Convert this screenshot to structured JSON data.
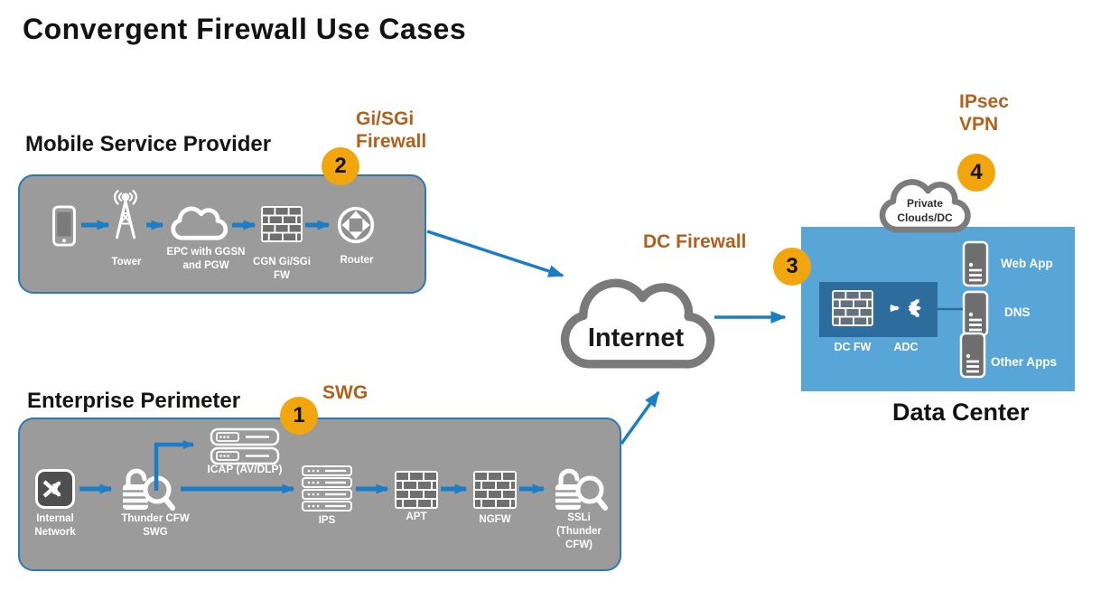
{
  "title": "Convergent Firewall Use Cases",
  "colors": {
    "accent_orange": "#b2601c",
    "badge_yellow": "#f2a60d",
    "arrow_blue": "#1a7dc5",
    "box_gray": "#9b9b9b",
    "box_border_blue": "#2d79b5",
    "datacenter_blue": "#58a6d8",
    "datacenter_inner_blue": "#2c6d9e"
  },
  "mobile": {
    "heading": "Mobile Service Provider",
    "annotation": "Gi/SGi Firewall",
    "badge": "2",
    "nodes": {
      "tower": "Tower",
      "epc": "EPC with GGSN and PGW",
      "cgn": "CGN Gi/SGi FW",
      "router": "Router"
    }
  },
  "internet": {
    "label": "Internet"
  },
  "dc_firewall": {
    "annotation": "DC Firewall",
    "badge": "3"
  },
  "datacenter": {
    "caption": "Data Center",
    "cloud_label": "Private Clouds/DC",
    "badge": "4",
    "vpn_annotation": "IPsec VPN",
    "dcfw_label": "DC FW",
    "adc_label": "ADC",
    "servers": [
      "Web App",
      "DNS",
      "Other Apps"
    ]
  },
  "enterprise": {
    "heading": "Enterprise Perimeter",
    "annotation": "SWG",
    "badge": "1",
    "icap_label": "ICAP (AV/DLP)",
    "nodes": {
      "internal": "Internal Network",
      "thunder": "Thunder CFW SWG",
      "ips": "IPS",
      "apt": "APT",
      "ngfw": "NGFW",
      "ssli": "SSLi (Thunder CFW)"
    }
  }
}
